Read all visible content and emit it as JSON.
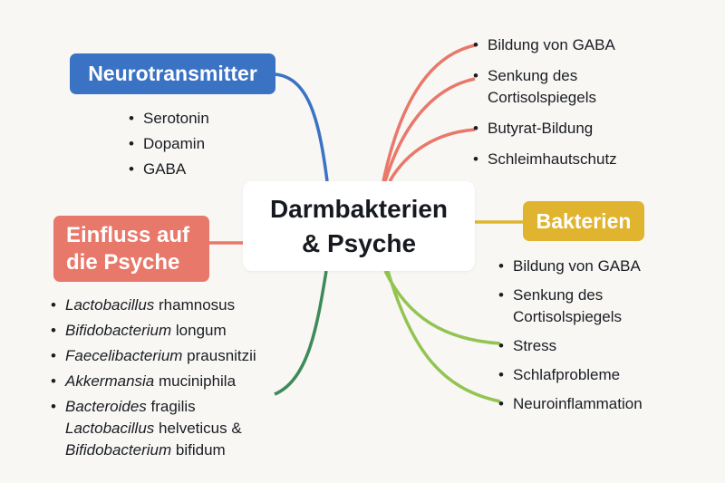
{
  "center": {
    "line1": "Darmbakterien",
    "line2": "& Psyche"
  },
  "branches": {
    "neurotransmitter": {
      "label": "Neurotransmitter",
      "color": "#3a72c4",
      "items": [
        "Serotonin",
        "Dopamin",
        "GABA"
      ]
    },
    "psyche": {
      "label_line1": "Einfluss auf",
      "label_line2": "die Psyche",
      "color": "#e8786a",
      "items": [
        {
          "genus": "Lactobacillus",
          "species": " rhamnosus"
        },
        {
          "genus": "Bifidobacterium",
          "species": " longum"
        },
        {
          "genus": "Faecelibacterium",
          "species": " prausnitzii"
        },
        {
          "genus": "Akkermansia",
          "species": " muciniphila"
        },
        {
          "genus": "Bacteroides",
          "species": " fragilis"
        }
      ],
      "extra_lines": [
        {
          "genus": "Lactobacillus",
          "species": " helveticus &"
        },
        {
          "genus": "Bifidobacterium",
          "species": " bifidum"
        }
      ]
    },
    "top_right": {
      "color": "#e8786a",
      "items": [
        "Bildung von GABA",
        "Senkung des Cortisolspiegels",
        "Butyrat-Bildung",
        "Schleimhautschutz"
      ],
      "item2_line1": "Senkung des",
      "item2_line2": "Cortisolspiegels"
    },
    "bakterien": {
      "label": "Bakterien",
      "color": "#e0b42f"
    },
    "bottom_right": {
      "color": "#93c451",
      "items": [
        "Bildung von GABA",
        "Senkung des Cortisolspiegels",
        "Stress",
        "Schlafprobleme",
        "Neuroinflammation"
      ],
      "item2_line1": "Senkung des",
      "item2_line2": "Cortisolspiegels"
    },
    "species_link_color": "#3e8a5a"
  }
}
